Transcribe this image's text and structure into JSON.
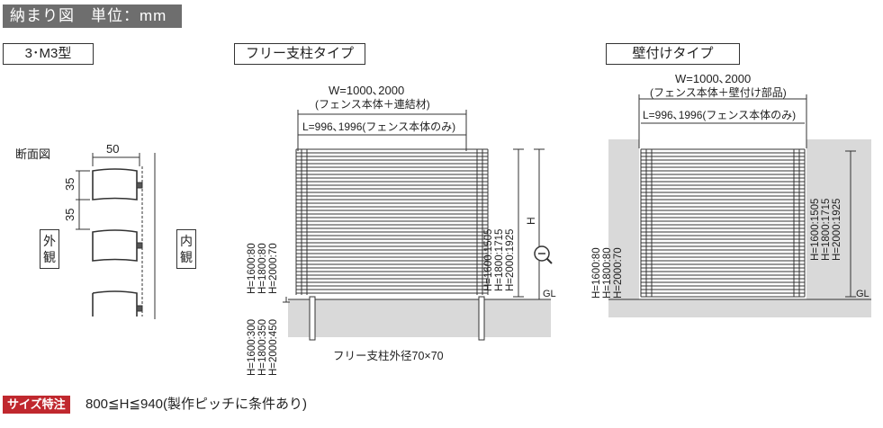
{
  "header": {
    "title": "納まり図　単位：mm"
  },
  "panels": {
    "type_label": "3･M3型",
    "free_post": "フリー支柱タイプ",
    "wall_mount": "壁付けタイプ"
  },
  "section": {
    "title": "断面図",
    "width": "50",
    "pitch1": "35",
    "pitch2": "35",
    "outside": "外観",
    "inside": "内観"
  },
  "free_post": {
    "w_label": "W=1000､2000",
    "w_sub": "(フェンス本体＋連結材)",
    "l_label": "L=996､1996(フェンス本体のみ)",
    "heights_panel": [
      "H=1600:1505",
      "H=1800:1715",
      "H=2000:1925"
    ],
    "h_label": "H",
    "heights_bottom": [
      "H=1600:80",
      "H=1800:80",
      "H=2000:70"
    ],
    "embed": [
      "H=1600:300",
      "H=1800:350",
      "H=2000:450"
    ],
    "gl": "GL",
    "post_note": "フリー支柱外径70×70"
  },
  "wall_mount": {
    "w_label": "W=1000､2000",
    "w_sub": "(フェンス本体＋壁付け部品)",
    "l_label": "L=996､1996(フェンス本体のみ)",
    "heights_panel": [
      "H=1600:1505",
      "H=1800:1715",
      "H=2000:1925"
    ],
    "heights_bottom": [
      "H=1600:80",
      "H=1800:80",
      "H=2000:70"
    ],
    "gl": "GL"
  },
  "footer": {
    "tag": "サイズ特注",
    "text": "800≦H≦940(製作ピッチに条件あり)"
  },
  "colors": {
    "header_bg": "#6e6e6e",
    "tag_bg": "#c0282e",
    "ground": "#d9d9d9"
  }
}
